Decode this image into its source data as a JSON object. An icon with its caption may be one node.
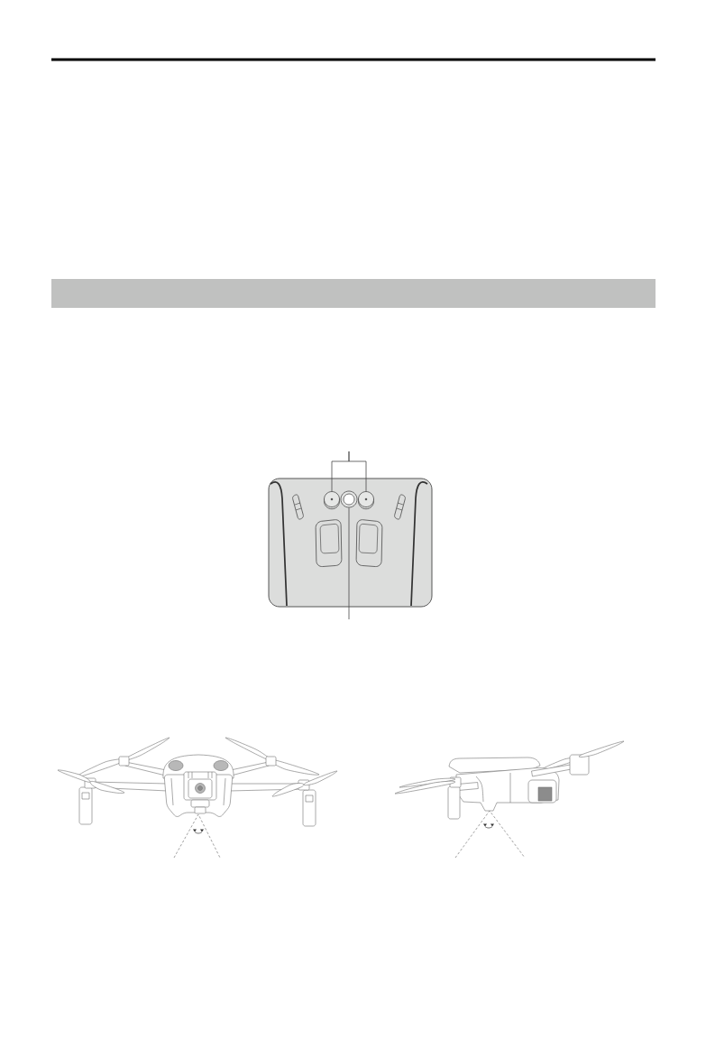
{
  "diagram": {
    "nodes": [
      {
        "text": [],
        "shape": "bar"
      },
      {
        "text": [],
        "shape": "circle"
      },
      {
        "text": [],
        "shape": "circle"
      },
      {
        "text": [],
        "shape": "circle"
      }
    ],
    "edges": [
      {
        "from": null,
        "to": 1,
        "arrow": "none"
      },
      {
        "from": null,
        "to": 3,
        "arrow": "none"
      },
      {
        "from": null,
        "to": 2,
        "arrow": "none"
      }
    ]
  }
}
